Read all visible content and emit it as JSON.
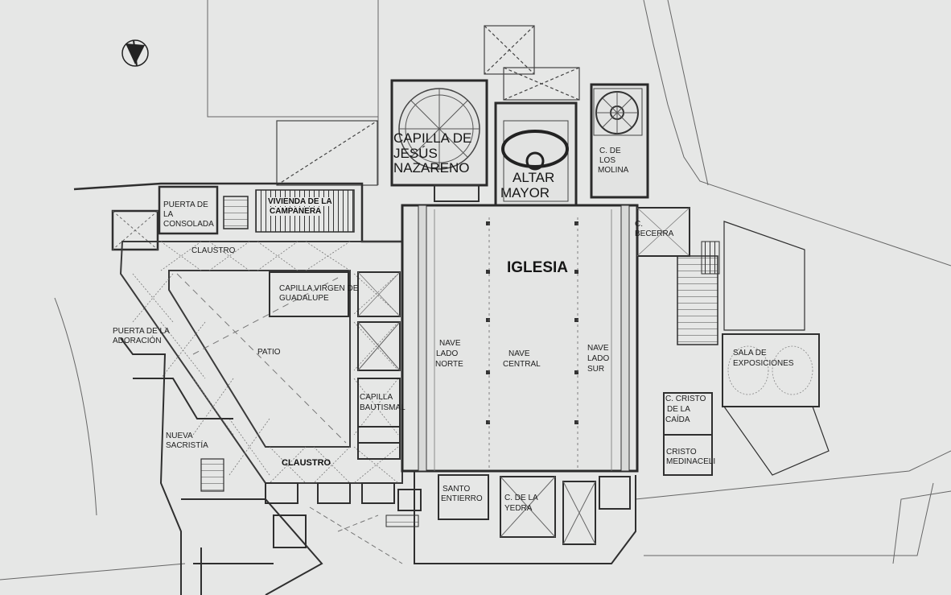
{
  "labels": {
    "capilla_jesus_line1": "CAPILLA DE",
    "capilla_jesus_line2": "JESÚS",
    "capilla_jesus_line3": "NAZARENO",
    "altar_line1": "ALTAR",
    "altar_line2": "MAYOR",
    "c_molina_line1": "C. DE",
    "c_molina_line2": "LOS",
    "c_molina_line3": "MOLINA",
    "puerta_consolada_line1": "PUERTA DE",
    "puerta_consolada_line2": "LA",
    "puerta_consolada_line3": "CONSOLADA",
    "vivienda_line1": "VIVIENDA DE LA",
    "vivienda_line2": "CAMPANERA",
    "claustro_top": "CLAUSTRO",
    "iglesia": "IGLESIA",
    "c_becerra_line1": "C.",
    "c_becerra_line2": "BECERRA",
    "capilla_virgen_line1": "CAPILLA VIRGEN DE",
    "capilla_virgen_line2": "GUADALUPE",
    "puerta_adoracion_line1": "PUERTA DE LA",
    "puerta_adoracion_line2": "ADORACIÓN",
    "patio": "PATIO",
    "nave_norte_line1": "NAVE",
    "nave_norte_line2": "LADO",
    "nave_norte_line3": "NORTE",
    "nave_central_line1": "NAVE",
    "nave_central_line2": "CENTRAL",
    "nave_sur_line1": "NAVE",
    "nave_sur_line2": "LADO",
    "nave_sur_line3": "SUR",
    "sala_line1": "SALA DE",
    "sala_line2": "EXPOSICIONES",
    "capilla_bautismal_line1": "CAPILLA",
    "capilla_bautismal_line2": "BAUTISMAL",
    "c_cristo_caida_line1": "C. CRISTO",
    "c_cristo_caida_line2": "DE LA",
    "c_cristo_caida_line3": "CAÍDA",
    "nueva_sacristia_line1": "NUEVA",
    "nueva_sacristia_line2": "SACRISTÍA",
    "cristo_medinaceli_line1": "CRISTO",
    "cristo_medinaceli_line2": "MEDINACELI",
    "claustro_bottom": "CLAUSTRO",
    "santo_entierro_line1": "SANTO",
    "santo_entierro_line2": "ENTIERRO",
    "c_yedra_line1": "C. DE LA",
    "c_yedra_line2": "YEDRA"
  },
  "colors": {
    "background": "#e6e7e6",
    "wall": "#3a3a3a",
    "line": "#555555",
    "fill_light": "#dedfde"
  },
  "icons": {
    "north_arrow": "compass-north-arrow-icon"
  }
}
